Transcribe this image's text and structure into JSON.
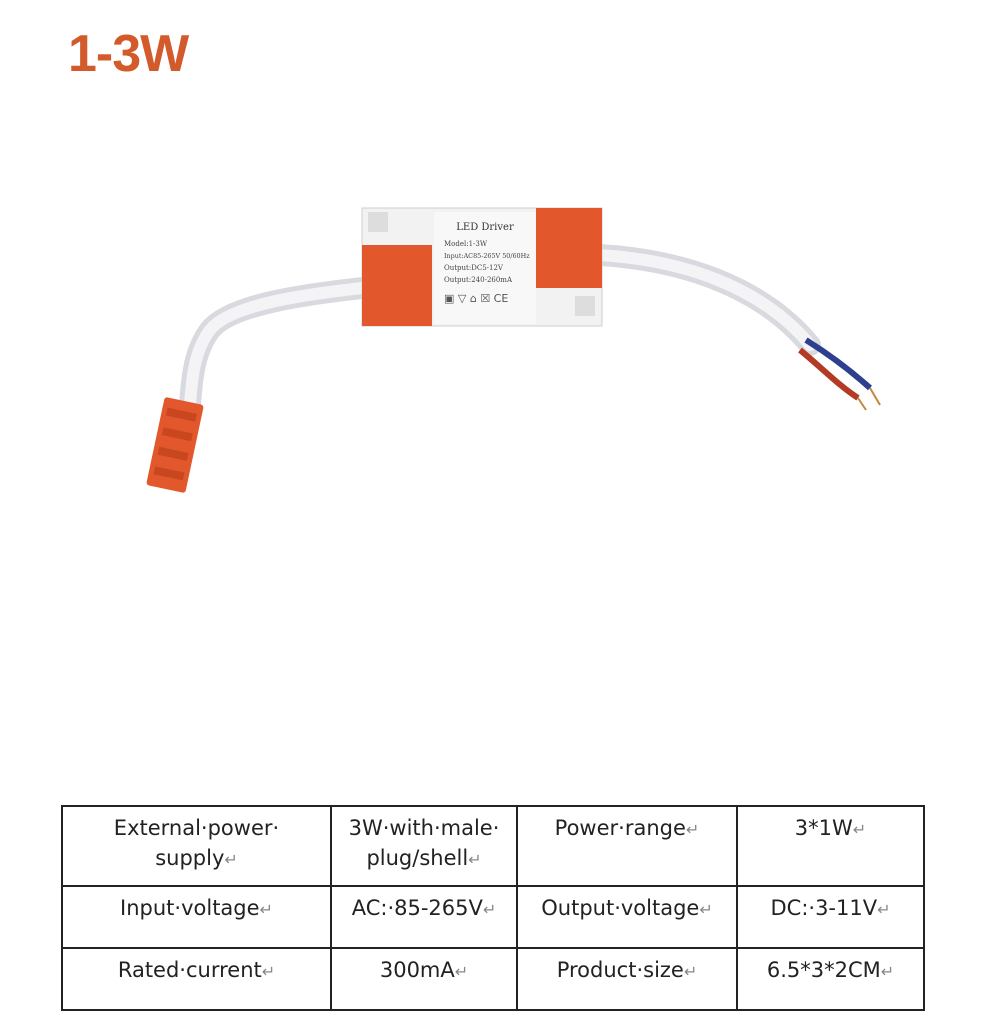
{
  "title": "1-3W",
  "label": {
    "heading": "LED Driver",
    "model": "Model:1-3W",
    "input": "Input:AC85-265V 50/60Hz",
    "output_v": "Output:DC5-12V",
    "output_a": "Output:240-260mA",
    "marks": "▣ ▽ ⌂ ☒ CE"
  },
  "colors": {
    "title": "#d35a2a",
    "accent": "#e2572c",
    "cable": "#e9e9ee"
  },
  "specs": {
    "row1": {
      "k1": "External·power· supply",
      "v1": "3W·with·male· plug/shell",
      "k2": "Power·range",
      "v2": "3*1W"
    },
    "row2": {
      "k1": "Input·voltage",
      "v1": "AC:·85-265V",
      "k2": "Output·voltage",
      "v2": "DC:·3-11V"
    },
    "row3": {
      "k1": "Rated·current",
      "v1": "300mA",
      "k2": "Product·size",
      "v2": "6.5*3*2CM"
    },
    "return_mark": "↵"
  }
}
